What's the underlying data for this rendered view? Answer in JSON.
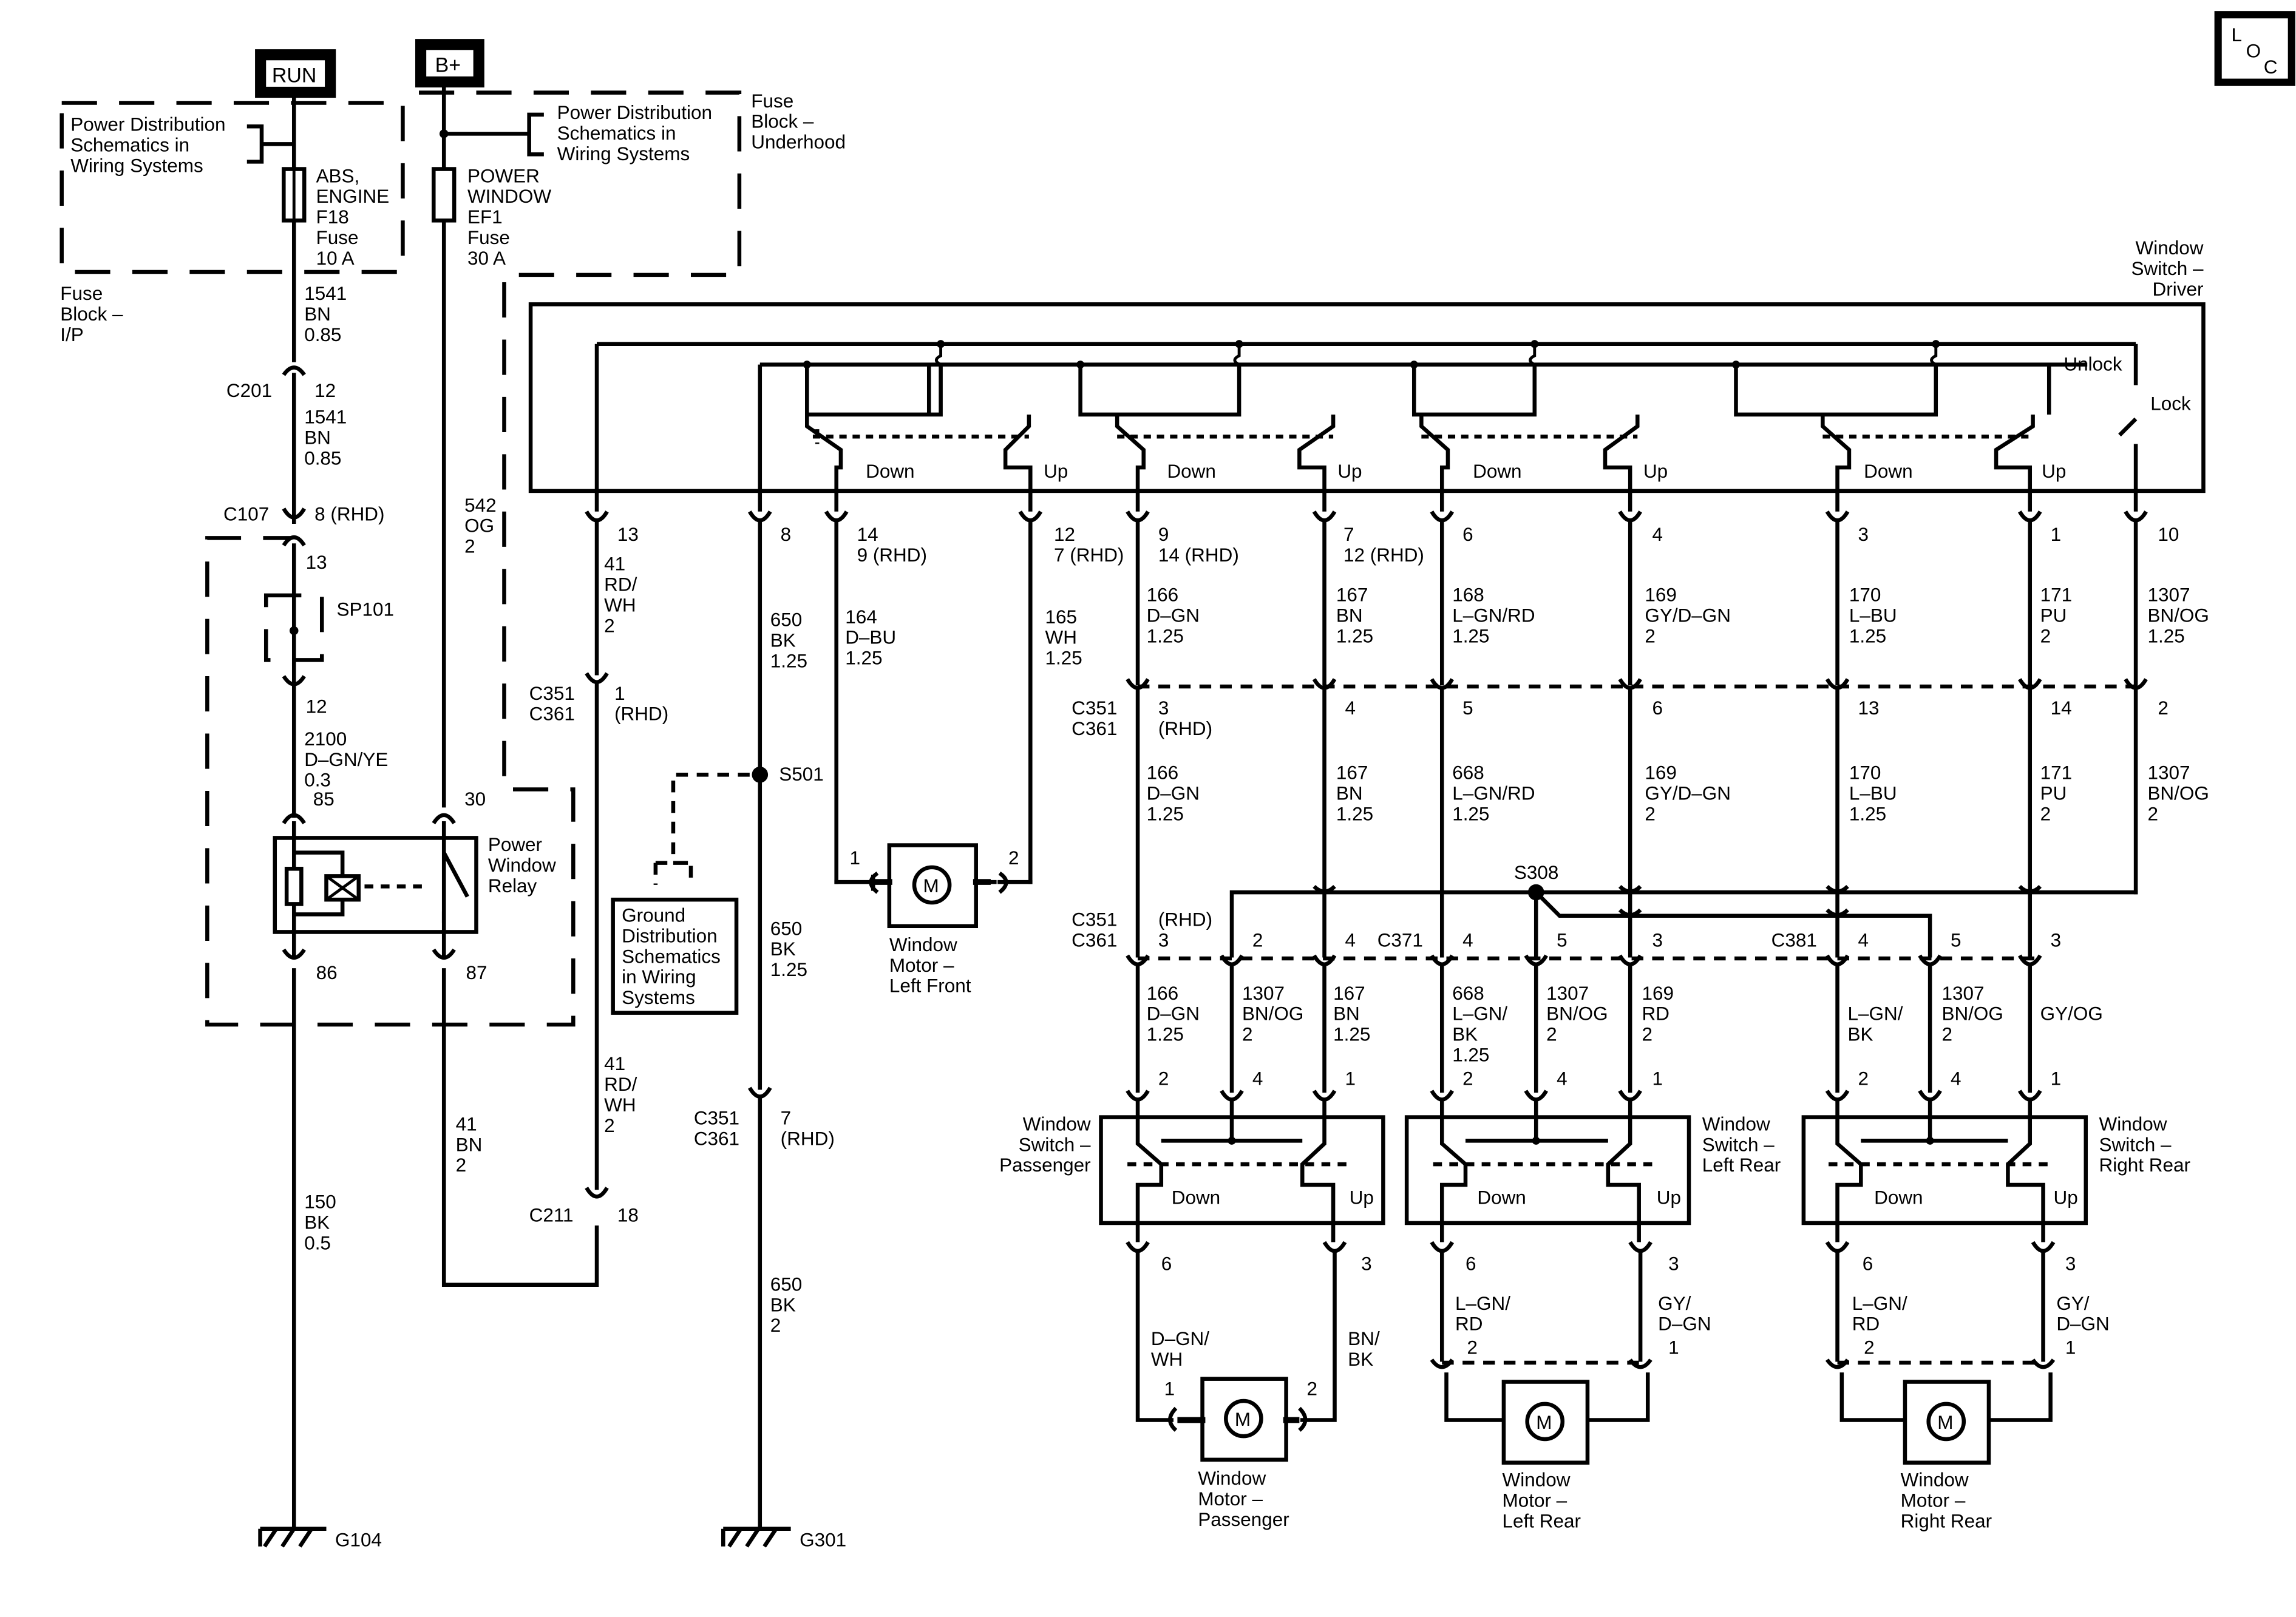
{
  "corner_box": {
    "l": "L",
    "o": "O",
    "c": "C"
  },
  "headers": {
    "run": "RUN",
    "bplus": "B+"
  },
  "fuse_blocks": {
    "ip": [
      "Fuse",
      "Block –",
      "I/P"
    ],
    "underhood": [
      "Fuse",
      "Block –",
      "Underhood"
    ]
  },
  "refs": {
    "power_dist_1": [
      "Power Distribution",
      "Schematics in",
      "Wiring Systems"
    ],
    "power_dist_2": [
      "Power Distribution",
      "Schematics in",
      "Wiring Systems"
    ],
    "ground_dist": [
      "Ground",
      "Distribution",
      "Schematics",
      "in Wiring",
      "Systems"
    ]
  },
  "fuses": {
    "f18": [
      "ABS,",
      "ENGINE",
      "F18",
      "Fuse",
      "10 A"
    ],
    "ef1": [
      "POWER",
      "WINDOW",
      "EF1",
      "Fuse",
      "30 A"
    ]
  },
  "left_wiring": {
    "w1541a": [
      "1541",
      "BN",
      "0.85"
    ],
    "c201": "C201",
    "c201_pin": "12",
    "w1541b": [
      "1541",
      "BN",
      "0.85"
    ],
    "c107": "C107",
    "c107_pin": "8 (RHD)",
    "sp_pin_top": "13",
    "sp101": "SP101",
    "sp_pin_bot": "12",
    "w2100": [
      "2100",
      "D–GN/YE",
      "0.3"
    ],
    "w542": [
      "542",
      "OG",
      "2"
    ],
    "relay_pins": {
      "p85": "85",
      "p30": "30",
      "p86": "86",
      "p87": "87"
    },
    "relay_label": [
      "Power",
      "Window",
      "Relay"
    ],
    "w150": [
      "150",
      "BK",
      "0.5"
    ],
    "w41_bn": [
      "41",
      "BN",
      "2"
    ],
    "g104": "G104"
  },
  "driver_switch": {
    "title": [
      "Window",
      "Switch –",
      "Driver"
    ],
    "unlock": "Unlock",
    "lock": "Lock",
    "down": "Down",
    "up": "Up"
  },
  "driver_pins": [
    {
      "pin": "13",
      "wire": [
        "41",
        "RD/",
        "WH",
        "2"
      ]
    },
    {
      "pin": "8",
      "wire": [
        "650",
        "BK",
        "1.25"
      ]
    },
    {
      "pin": [
        "14",
        "9 (RHD)"
      ],
      "wire": [
        "164",
        "D–BU",
        "1.25"
      ]
    },
    {
      "pin": [
        "12",
        "7 (RHD)"
      ],
      "wire": [
        "165",
        "WH",
        "1.25"
      ]
    },
    {
      "pin": [
        "9",
        "14 (RHD)"
      ],
      "wire": [
        "166",
        "D–GN",
        "1.25"
      ]
    },
    {
      "pin": [
        "7",
        "12 (RHD)"
      ],
      "wire": [
        "167",
        "BN",
        "1.25"
      ]
    },
    {
      "pin": "6",
      "wire": [
        "168",
        "L–GN/RD",
        "1.25"
      ]
    },
    {
      "pin": "4",
      "wire": [
        "169",
        "GY/D–GN",
        "2"
      ]
    },
    {
      "pin": "3",
      "wire": [
        "170",
        "L–BU",
        "1.25"
      ]
    },
    {
      "pin": "1",
      "wire": [
        "171",
        "PU",
        "2"
      ]
    },
    {
      "pin": "10",
      "wire": [
        "1307",
        "BN/OG",
        "1.25"
      ]
    }
  ],
  "c351_upper": {
    "label": [
      "C351",
      "C361"
    ],
    "pin_41": "1",
    "rhd_41": "(RHD)",
    "pins": [
      "3",
      "4",
      "5",
      "6",
      "13",
      "14",
      "2"
    ],
    "rhd_3": "(RHD)"
  },
  "lower_wires": [
    [
      "166",
      "D–GN",
      "1.25"
    ],
    [
      "167",
      "BN",
      "1.25"
    ],
    [
      "668",
      "L–GN/RD",
      "1.25"
    ],
    [
      "169",
      "GY/D–GN",
      "2"
    ],
    [
      "170",
      "L–BU",
      "1.25"
    ],
    [
      "171",
      "PU",
      "2"
    ],
    [
      "1307",
      "BN/OG",
      "2"
    ]
  ],
  "s501": "S501",
  "s308": "S308",
  "w650_mid": [
    "650",
    "BK",
    "1.25"
  ],
  "w41_lower": [
    "41",
    "RD/",
    "WH",
    "2"
  ],
  "c351_lower_left": {
    "label": [
      "C351",
      "C361"
    ],
    "pin": "7",
    "rhd": "(RHD)"
  },
  "w650_bot": [
    "650",
    "BK",
    "2"
  ],
  "g301": "G301",
  "c211": "C211",
  "c211_pin": "18",
  "lf_motor": {
    "pin1": "1",
    "pin2": "2",
    "label": [
      "Window",
      "Motor –",
      "Left Front"
    ],
    "m": "M"
  },
  "c351_c361_row": {
    "label": [
      "C351",
      "C361"
    ],
    "rhd": "(RHD)",
    "pins": [
      "3",
      "2",
      "4"
    ]
  },
  "c371": {
    "label": "C371",
    "pins": [
      "4",
      "5",
      "3"
    ]
  },
  "c381": {
    "label": "C381",
    "pins": [
      "4",
      "5",
      "3"
    ]
  },
  "pass_wires": [
    [
      "166",
      "D–GN",
      "1.25"
    ],
    [
      "1307",
      "BN/OG",
      "2"
    ],
    [
      "167",
      "BN",
      "1.25"
    ]
  ],
  "lr_wires": [
    [
      "668",
      "L–GN/",
      "BK",
      "1.25"
    ],
    [
      "1307",
      "BN/OG",
      "2"
    ],
    [
      "169",
      "RD",
      "2"
    ]
  ],
  "rr_wires": [
    [
      "L–GN/",
      "BK"
    ],
    [
      "1307",
      "BN/OG",
      "2"
    ],
    [
      "GY/OG"
    ]
  ],
  "sub_switch_pins": [
    "2",
    "4",
    "1"
  ],
  "sub_out_pins": [
    "6",
    "3"
  ],
  "switches": {
    "passenger": [
      "Window",
      "Switch –",
      "Passenger"
    ],
    "left_rear": [
      "Window",
      "Switch –",
      "Left Rear"
    ],
    "right_rear": [
      "Window",
      "Switch –",
      "Right Rear"
    ]
  },
  "motor_wires": {
    "passenger": {
      "a": [
        "D–GN/",
        "WH"
      ],
      "b": [
        "BN/",
        "BK"
      ],
      "pin1": "1",
      "pin2": "2"
    },
    "left_rear": {
      "a": [
        "L–GN/",
        "RD"
      ],
      "b": [
        "GY/",
        "D–GN"
      ],
      "pin1": "2",
      "pin2": "1"
    },
    "right_rear": {
      "a": [
        "L–GN/",
        "RD"
      ],
      "b": [
        "GY/",
        "D–GN"
      ],
      "pin1": "2",
      "pin2": "1"
    }
  },
  "motors": {
    "passenger": [
      "Window",
      "Motor –",
      "Passenger"
    ],
    "left_rear": [
      "Window",
      "Motor –",
      "Left Rear"
    ],
    "right_rear": [
      "Window",
      "Motor –",
      "Right Rear"
    ]
  }
}
